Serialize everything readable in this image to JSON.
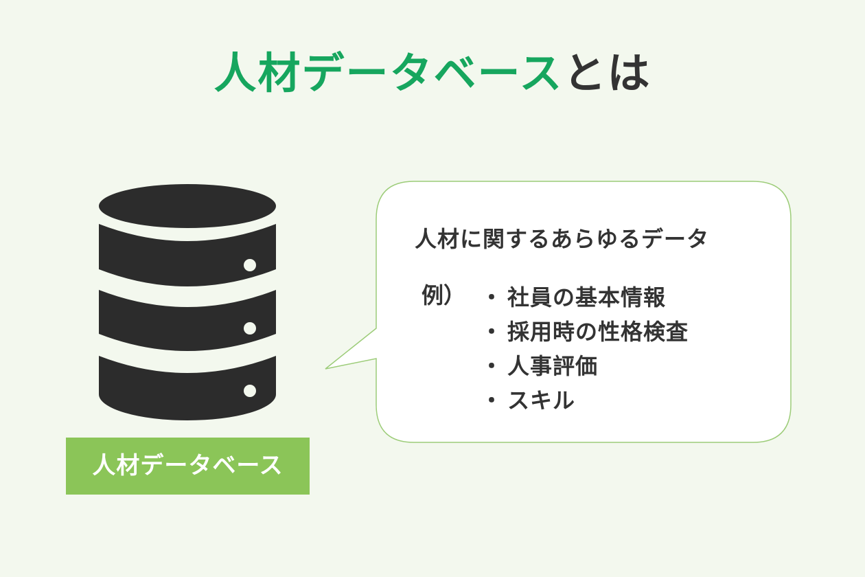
{
  "title": {
    "accent": "人材データベース",
    "rest": "とは"
  },
  "colors": {
    "background": "#f3f8ee",
    "accent_green": "#16a65e",
    "label_green": "#8bc558",
    "dark": "#333333",
    "db_fill": "#2c2c2c",
    "bubble_border": "#9ccc78"
  },
  "database": {
    "icon": "database-icon",
    "label": "人材データベース"
  },
  "bubble": {
    "heading": "人材に関するあらゆるデータ",
    "example_label": "例）",
    "bullet": "・",
    "items": [
      "社員の基本情報",
      "採用時の性格検査",
      "人事評価",
      "スキル"
    ]
  }
}
